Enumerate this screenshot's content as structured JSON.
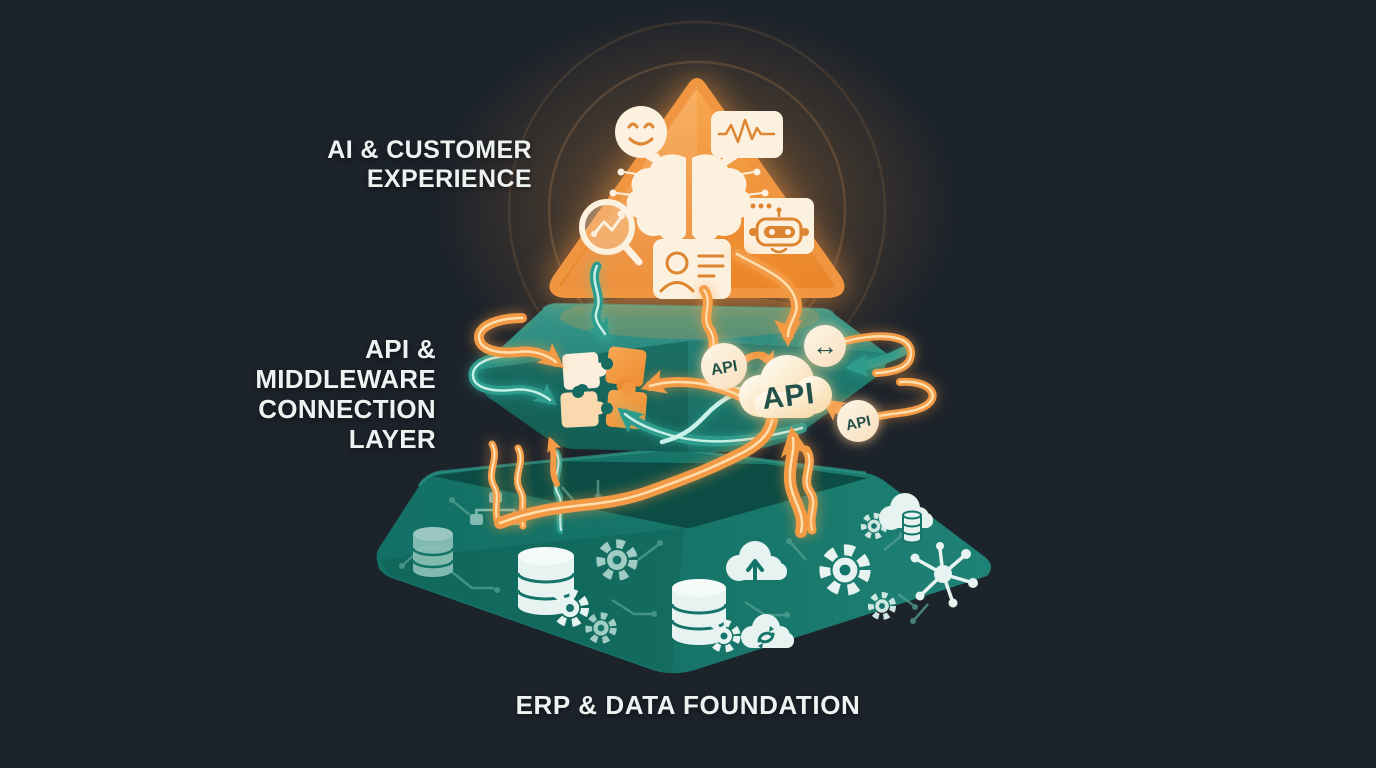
{
  "scene": {
    "background": "#1d232b"
  },
  "labels": {
    "ai_layer": "AI & CUSTOMER EXPERIENCE",
    "api_layer": "API & MIDDLEWARE CONNECTION LAYER",
    "erp_layer": "ERP & DATA FOUNDATION"
  },
  "badges": {
    "api_cloud": "API",
    "api_small_left": "API",
    "api_small_right": "API",
    "sync_symbol": "↔"
  },
  "layers": [
    {
      "id": "ai-customer-experience",
      "label": "AI & CUSTOMER EXPERIENCE",
      "shape": "glowing-triangle",
      "color": "#f0923d",
      "icons": [
        "smiley-chat-bubble",
        "voice-waveform-bubble",
        "ai-brain-circuit",
        "analytics-magnifier",
        "chatbot-window",
        "customer-profile-card"
      ]
    },
    {
      "id": "api-middleware-connection-layer",
      "label": "API & MIDDLEWARE CONNECTION LAYER",
      "shape": "teal-3d-slab",
      "color": "#2a8c80",
      "icons": [
        "puzzle-pieces",
        "api-cloud-badge",
        "api-circle-badge",
        "api-circle-badge",
        "bidirectional-arrow-badge"
      ],
      "connectors": [
        "orange-curved-arrows",
        "teal-curved-arrows"
      ]
    },
    {
      "id": "erp-data-foundation",
      "label": "ERP & DATA FOUNDATION",
      "shape": "teal-base-slab",
      "color": "#15756b",
      "icons": [
        "database-cylinder",
        "flowchart-nodes",
        "database-with-gear",
        "gear",
        "database-with-gear",
        "cloud-upload",
        "cloud-sync",
        "gear-cluster",
        "cloud-database",
        "network-hub",
        "circuit-traces"
      ]
    }
  ],
  "colors": {
    "orange": "#f0923d",
    "orange_glow": "#ff9c3c",
    "teal": "#2a8c80",
    "teal_dark": "#15756b",
    "cream": "#fbeedd",
    "badge_text": "#23514a",
    "label_text": "#eef3f2"
  }
}
